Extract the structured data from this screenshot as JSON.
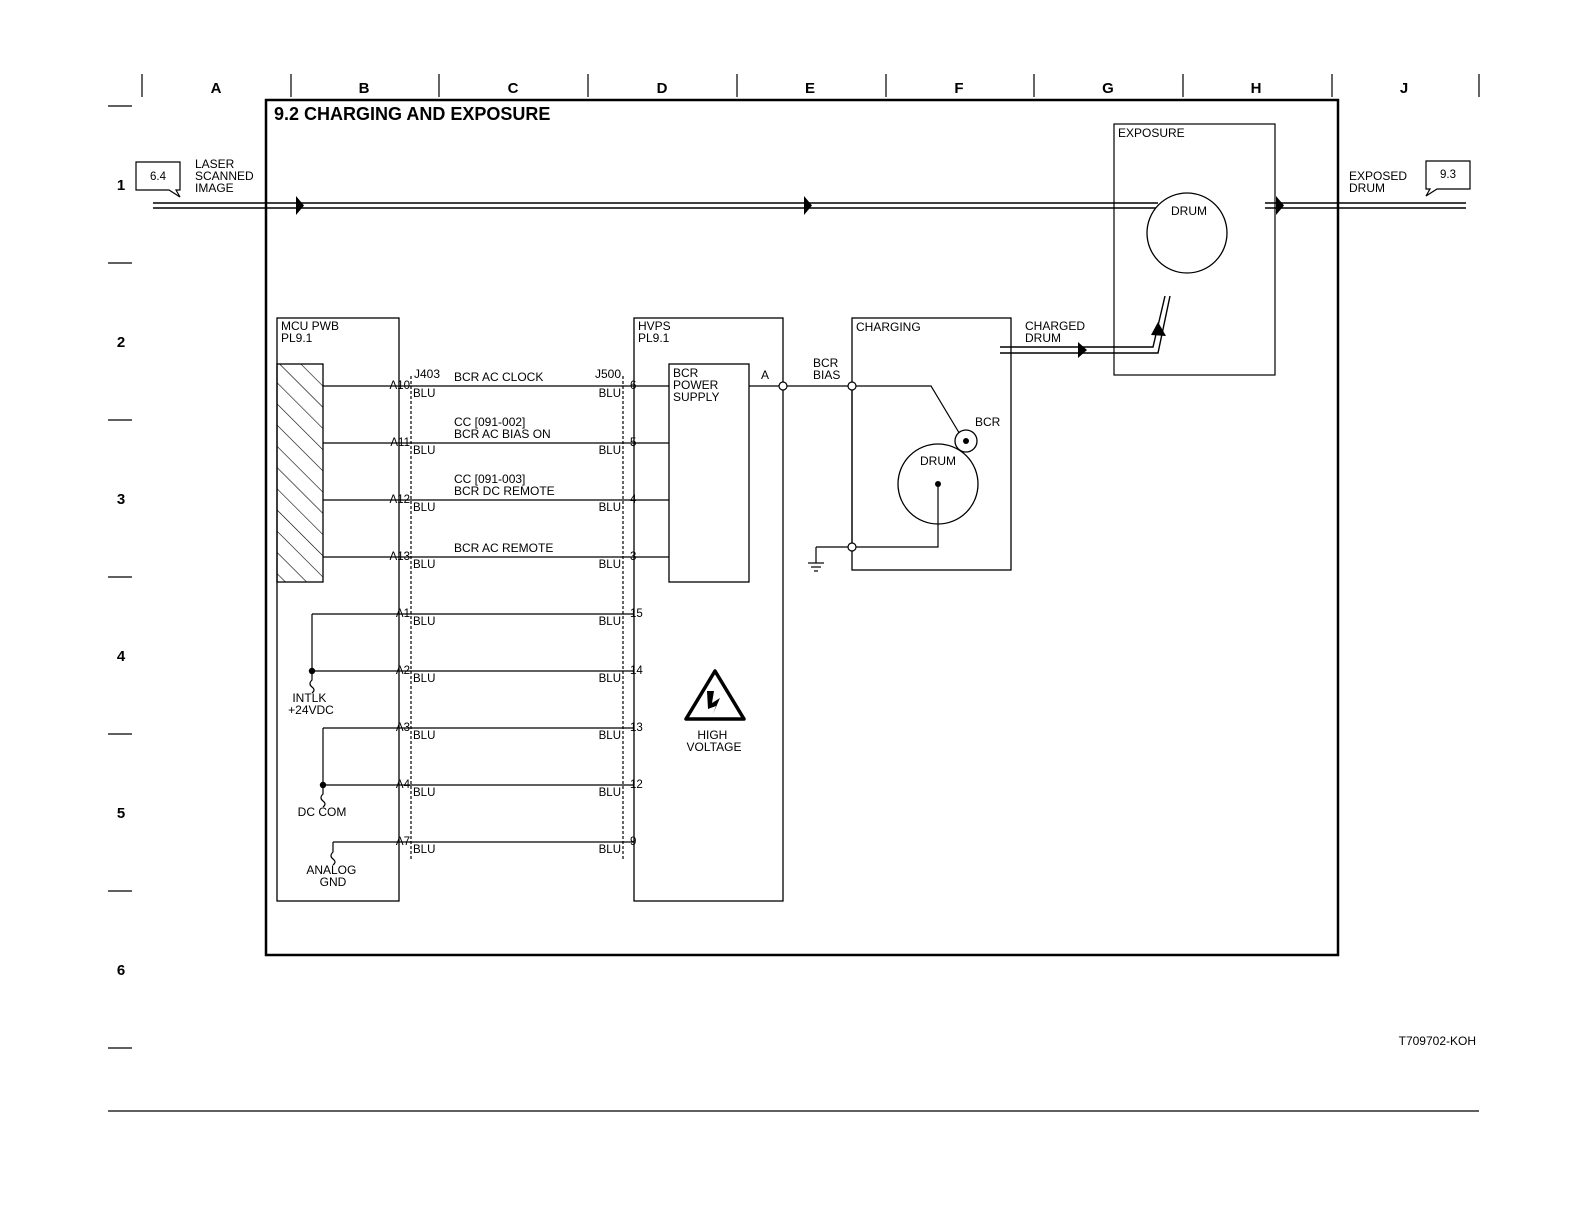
{
  "grid": {
    "columns": [
      "A",
      "B",
      "C",
      "D",
      "E",
      "F",
      "G",
      "H",
      "J"
    ],
    "rows": [
      "1",
      "2",
      "3",
      "4",
      "5",
      "6"
    ]
  },
  "title": "9.2 CHARGING AND EXPOSURE",
  "drawing_id": "T709702-KOH",
  "flags": {
    "in": {
      "ref": "6.4",
      "label": [
        "LASER",
        "SCANNED",
        "IMAGE"
      ]
    },
    "out": {
      "ref": "9.3",
      "label": [
        "EXPOSED",
        "DRUM"
      ]
    }
  },
  "exposure": {
    "title": "EXPOSURE",
    "drum": "DRUM"
  },
  "charged_drum": [
    "CHARGED",
    "DRUM"
  ],
  "mcu": {
    "title": [
      "MCU PWB",
      "PL9.1"
    ],
    "connector": "J403"
  },
  "hvps": {
    "title": [
      "HVPS",
      "PL9.1"
    ],
    "connector": "J500",
    "supply": [
      "BCR",
      "POWER",
      "SUPPLY"
    ],
    "output_pin": "A",
    "warning": [
      "HIGH",
      "VOLTAGE"
    ]
  },
  "bcr_bias": [
    "BCR",
    "BIAS"
  ],
  "charging": {
    "title": "CHARGING",
    "bcr": "BCR",
    "drum": "DRUM"
  },
  "wires": [
    {
      "pin_left": "A10",
      "pin_right": "6",
      "color_left": "BLU",
      "color_right": "BLU",
      "signal": [
        "BCR AC CLOCK"
      ]
    },
    {
      "pin_left": "A11",
      "pin_right": "5",
      "color_left": "BLU",
      "color_right": "BLU",
      "signal": [
        "CC [091-002]",
        "BCR AC BIAS ON"
      ]
    },
    {
      "pin_left": "A12",
      "pin_right": "4",
      "color_left": "BLU",
      "color_right": "BLU",
      "signal": [
        "CC [091-003]",
        "BCR DC REMOTE"
      ]
    },
    {
      "pin_left": "A13",
      "pin_right": "3",
      "color_left": "BLU",
      "color_right": "BLU",
      "signal": [
        "BCR AC REMOTE"
      ]
    },
    {
      "pin_left": "A1",
      "pin_right": "15",
      "color_left": "BLU",
      "color_right": "BLU",
      "signal": []
    },
    {
      "pin_left": "A2",
      "pin_right": "14",
      "color_left": "BLU",
      "color_right": "BLU",
      "signal": []
    },
    {
      "pin_left": "A3",
      "pin_right": "13",
      "color_left": "BLU",
      "color_right": "BLU",
      "signal": []
    },
    {
      "pin_left": "A4",
      "pin_right": "12",
      "color_left": "BLU",
      "color_right": "BLU",
      "signal": []
    },
    {
      "pin_left": "A7",
      "pin_right": "9",
      "color_left": "BLU",
      "color_right": "BLU",
      "signal": []
    }
  ],
  "supplies": {
    "intlk": [
      "INTLK",
      "+24VDC"
    ],
    "dccom": [
      "DC COM"
    ],
    "agnd": [
      "ANALOG",
      "GND"
    ]
  }
}
